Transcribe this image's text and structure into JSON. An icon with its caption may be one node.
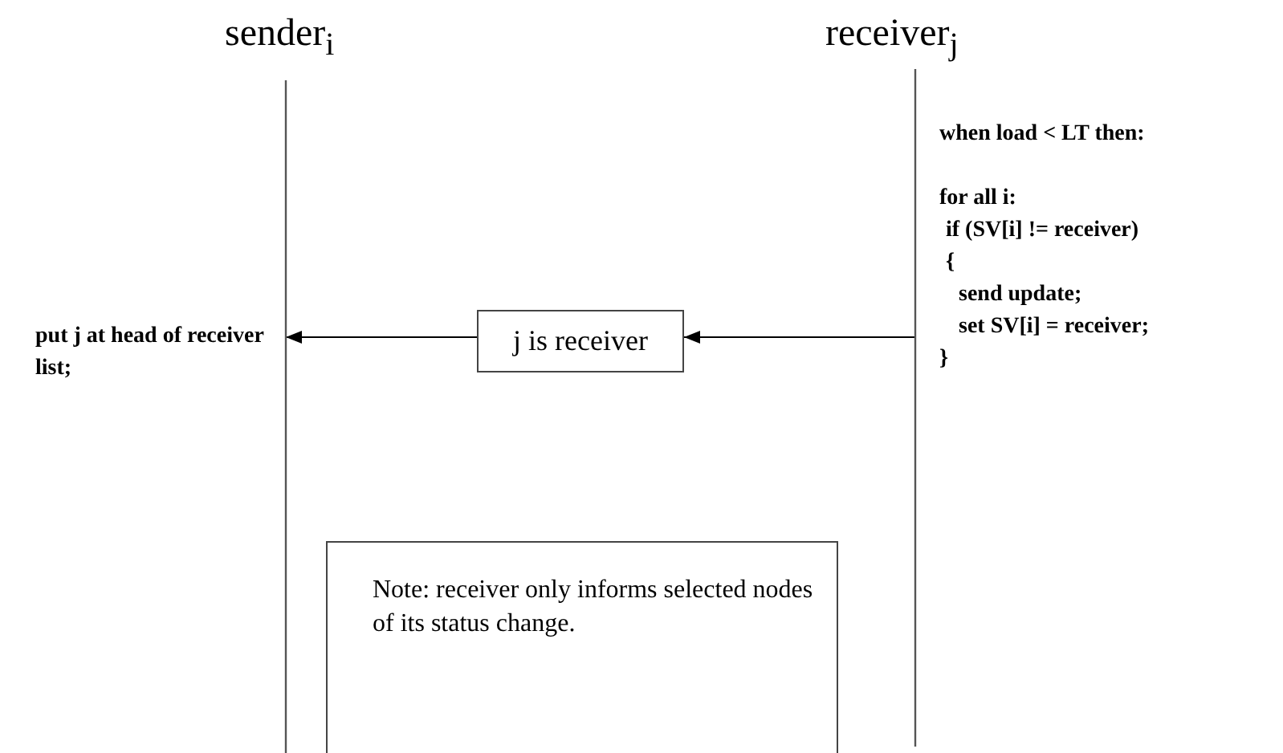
{
  "diagram": {
    "nodes": [
      {
        "text": [
          "sender$_{i}$"
        ]
      },
      {
        "text": [
          "receiver$_{j}$"
        ]
      },
      {
        "text": [
          "j is receiver"
        ]
      },
      {
        "text": [
          "Note: receiver only informs selected nodes of its status change."
        ]
      }
    ],
    "edges": [
      {
        "from": 1,
        "to": 2,
        "arrow": "to"
      },
      {
        "from": 2,
        "to": 0,
        "arrow": "to"
      }
    ],
    "labels": [
      "when load < LT then:",
      "for all i:",
      "if (SV[i] != receiver)",
      "{",
      "send update;",
      "set SV[i] = receiver;",
      "}",
      "put j at head of receiver list;"
    ]
  }
}
